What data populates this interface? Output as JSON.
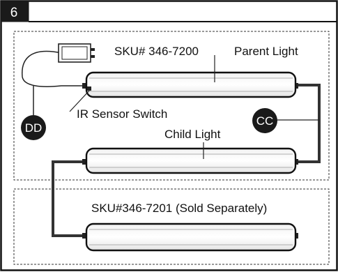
{
  "step": {
    "number": "6"
  },
  "labels": {
    "parent_sku": "SKU# 346-7200",
    "parent_name": "Parent Light",
    "ir_switch": "IR Sensor Switch",
    "child_name": "Child Light",
    "sold_separately": "SKU#346-7201 (Sold Separately)"
  },
  "callouts": {
    "dd": "DD",
    "cc": "CC"
  },
  "colors": {
    "ink": "#111111",
    "step_badge": "#1a1a1a",
    "cable": "#333333"
  }
}
